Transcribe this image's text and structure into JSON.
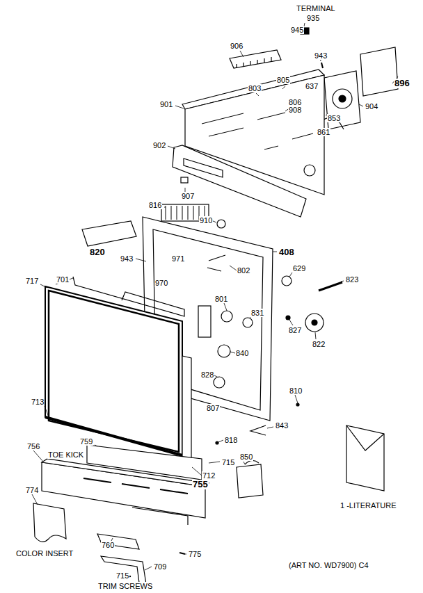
{
  "diagram": {
    "labels": [
      "TERMINAL",
      "935",
      "945",
      "906",
      "943",
      "896",
      "805",
      "637",
      "803",
      "806",
      "901",
      "908",
      "853",
      "904",
      "861",
      "902",
      "907",
      "816",
      "910",
      "820",
      "408",
      "943",
      "971",
      "802",
      "629",
      "823",
      "970",
      "717",
      "701",
      "801",
      "831",
      "827",
      "822",
      "840",
      "828",
      "807",
      "810",
      "713",
      "843",
      "759",
      "756",
      "TOE KICK",
      "818",
      "850",
      "715",
      "712",
      "755",
      "1 -LITERATURE",
      "774",
      "COLOR INSERT",
      "760",
      "775",
      "709",
      "715",
      "TRIM SCREWS",
      "(ART NO. WD7900) C4"
    ]
  }
}
